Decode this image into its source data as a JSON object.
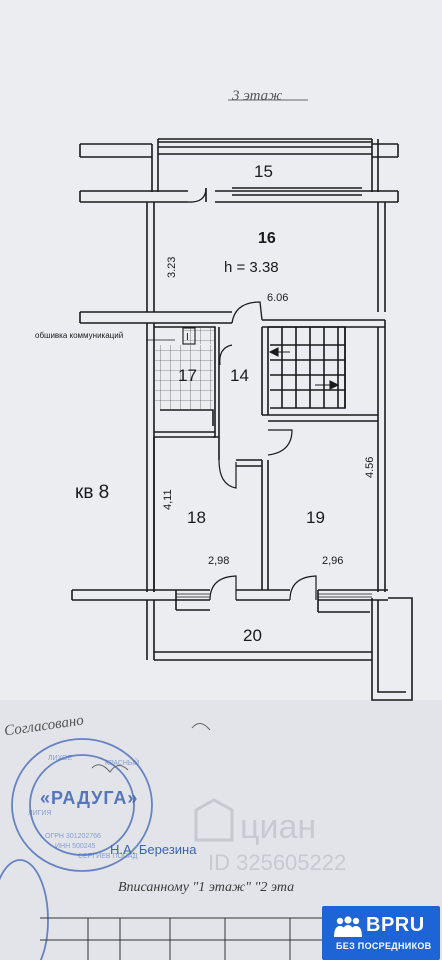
{
  "floor_title": "3 этаж",
  "apartment_label": "кв 8",
  "annotation_label": "обшивка коммуникаций",
  "rooms": {
    "r15": "15",
    "r16": "16",
    "r17": "17",
    "r14": "14",
    "r18": "18",
    "r19": "19",
    "r20": "20"
  },
  "ceiling_height": "h  =  3.38",
  "dimensions": {
    "d606": "6.06",
    "d323": "3.23",
    "d411": "4,11",
    "d456": "4.56",
    "d298": "2,98",
    "d296": "2,96"
  },
  "stamp": {
    "ring_text": "«РАДУГА»",
    "signature_name": "Н.А. Березина"
  },
  "handwriting": {
    "agreed": "Согласовано",
    "inscribed": "Вписанному  \"1 этаж\"  \"2 эта"
  },
  "watermark": {
    "brand": "циан",
    "id": "ID 325605222"
  },
  "badge": {
    "brand": "BPRU",
    "tagline": "БЕЗ ПОСРЕДНИКОВ"
  },
  "colors": {
    "paper": "#ecedf1",
    "ink": "#1b1b1b",
    "stamp": "#3d63b5",
    "badge": "#1d64d6"
  }
}
